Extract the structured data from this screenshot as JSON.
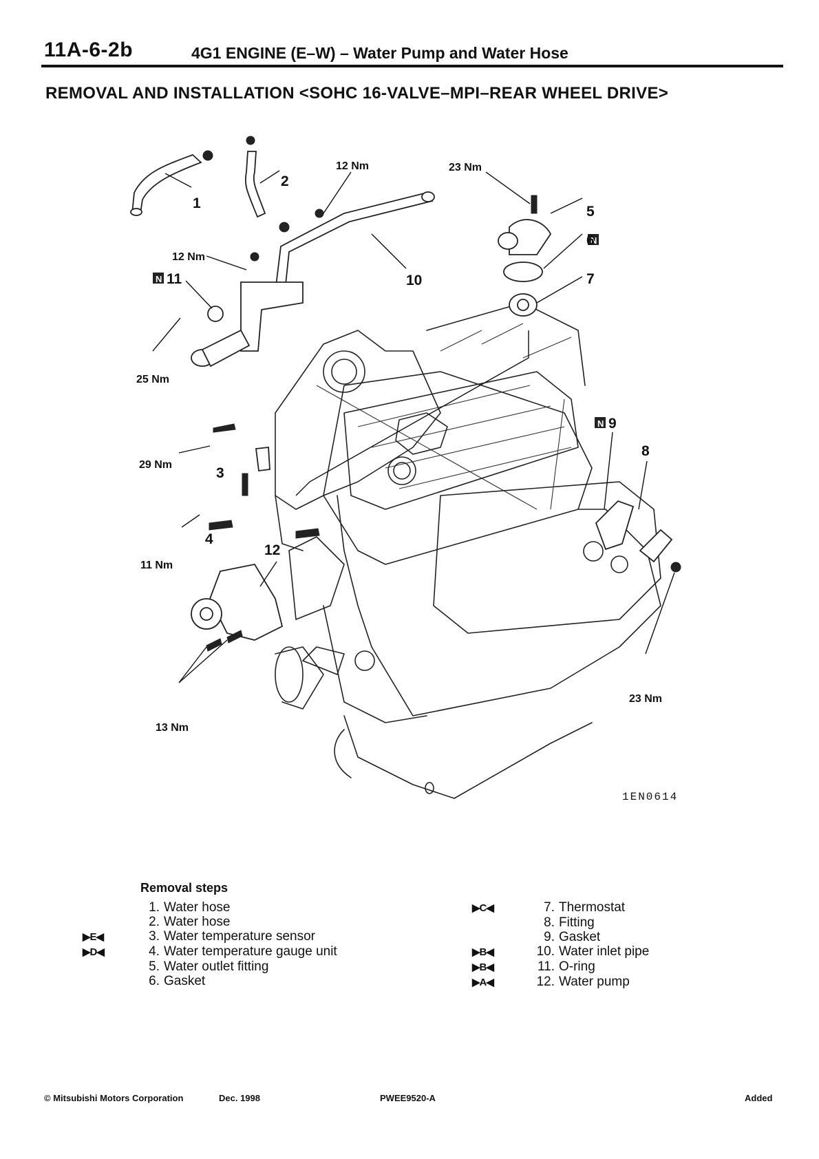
{
  "header": {
    "section_code": "11A-6-2b",
    "title": "4G1 ENGINE (E–W) – Water Pump and Water Hose",
    "subtitle": "REMOVAL AND INSTALLATION <SOHC 16-VALVE–MPI–REAR WHEEL DRIVE>"
  },
  "diagram": {
    "figure_id": "1EN0614",
    "callouts": [
      "1",
      "2",
      "3",
      "4",
      "5",
      "6",
      "7",
      "8",
      "9",
      "10",
      "11",
      "12"
    ],
    "torques": {
      "pipe_upper": "12 Nm",
      "outlet": "23 Nm",
      "pipe_lower": "12 Nm",
      "inlet_bolt": "25 Nm",
      "sensor": "29 Nm",
      "gauge": "11 Nm",
      "pump": "13 Nm",
      "fitting": "23 Nm"
    },
    "new_part_symbol": "N"
  },
  "removal": {
    "title": "Removal steps",
    "steps": [
      {
        "marker": "",
        "num": "1.",
        "label": "Water hose"
      },
      {
        "marker": "",
        "num": "2.",
        "label": "Water hose"
      },
      {
        "marker": "▶E◀",
        "num": "3.",
        "label": "Water temperature sensor"
      },
      {
        "marker": "▶D◀",
        "num": "4.",
        "label": "Water temperature gauge unit"
      },
      {
        "marker": "",
        "num": "5.",
        "label": "Water outlet fitting"
      },
      {
        "marker": "",
        "num": "6.",
        "label": "Gasket"
      },
      {
        "marker": "▶C◀",
        "num": "7.",
        "label": "Thermostat"
      },
      {
        "marker": "",
        "num": "8.",
        "label": "Fitting"
      },
      {
        "marker": "",
        "num": "9.",
        "label": "Gasket"
      },
      {
        "marker": "▶B◀",
        "num": "10.",
        "label": "Water inlet pipe"
      },
      {
        "marker": "▶B◀",
        "num": "11.",
        "label": "O-ring"
      },
      {
        "marker": "▶A◀",
        "num": "12.",
        "label": "Water pump"
      }
    ]
  },
  "footer": {
    "copyright": "© Mitsubishi Motors Corporation",
    "date": "Dec. 1998",
    "code": "PWEE9520-A",
    "status": "Added"
  }
}
